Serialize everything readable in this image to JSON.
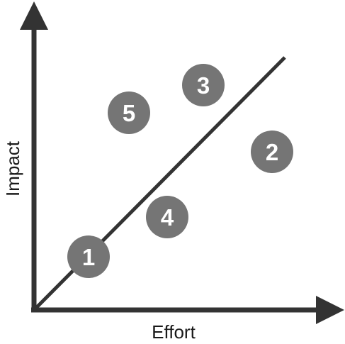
{
  "axes": {
    "x_label": "Effort",
    "y_label": "Impact"
  },
  "markers": [
    {
      "label": "1"
    },
    {
      "label": "2"
    },
    {
      "label": "3"
    },
    {
      "label": "4"
    },
    {
      "label": "5"
    }
  ],
  "colors": {
    "axis": "#333333",
    "diagonal": "#333333",
    "marker_fill": "#757575",
    "marker_text": "#ffffff",
    "label_text": "#1a1a1a"
  }
}
